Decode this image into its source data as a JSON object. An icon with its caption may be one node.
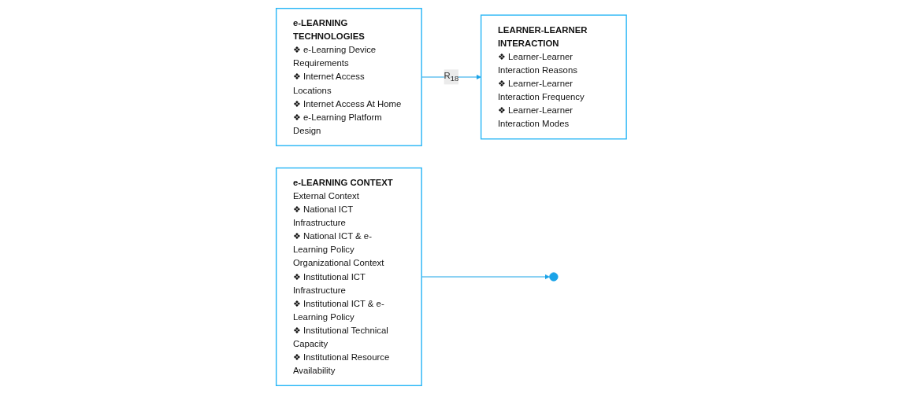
{
  "diagram": {
    "nodes": [
      {
        "text": [
          "e-LEARNING TECHNOLOGIES",
          "❖ e-Learning Device Requirements",
          "❖ Internet Access Locations",
          "❖ Internet Access At Home",
          "❖ e-Learning Platform Design"
        ]
      },
      {
        "text": [
          "LEARNER-LEARNER INTERACTION",
          "❖ Learner-Learner Interaction Reasons",
          "❖ Learner-Learner Interaction Frequency",
          "❖ Learner-Learner Interaction Modes"
        ]
      },
      {
        "text": [
          "e-LEARNING CONTEXT",
          "External Context",
          "❖ National ICT Infrastructure",
          "❖ National ICT & e-Learning Policy",
          "Organizational Context",
          "❖ Institutional ICT Infrastructure",
          "❖ Institutional ICT & e-Learning Policy",
          "❖ Institutional Technical Capacity",
          "❖ Institutional Resource Availability"
        ]
      }
    ],
    "edges": [
      {
        "from": 0,
        "to": 1,
        "arrow": "to",
        "label": "R$_{18}$"
      },
      {
        "from": 2,
        "to": null,
        "arrow": "to"
      }
    ]
  }
}
